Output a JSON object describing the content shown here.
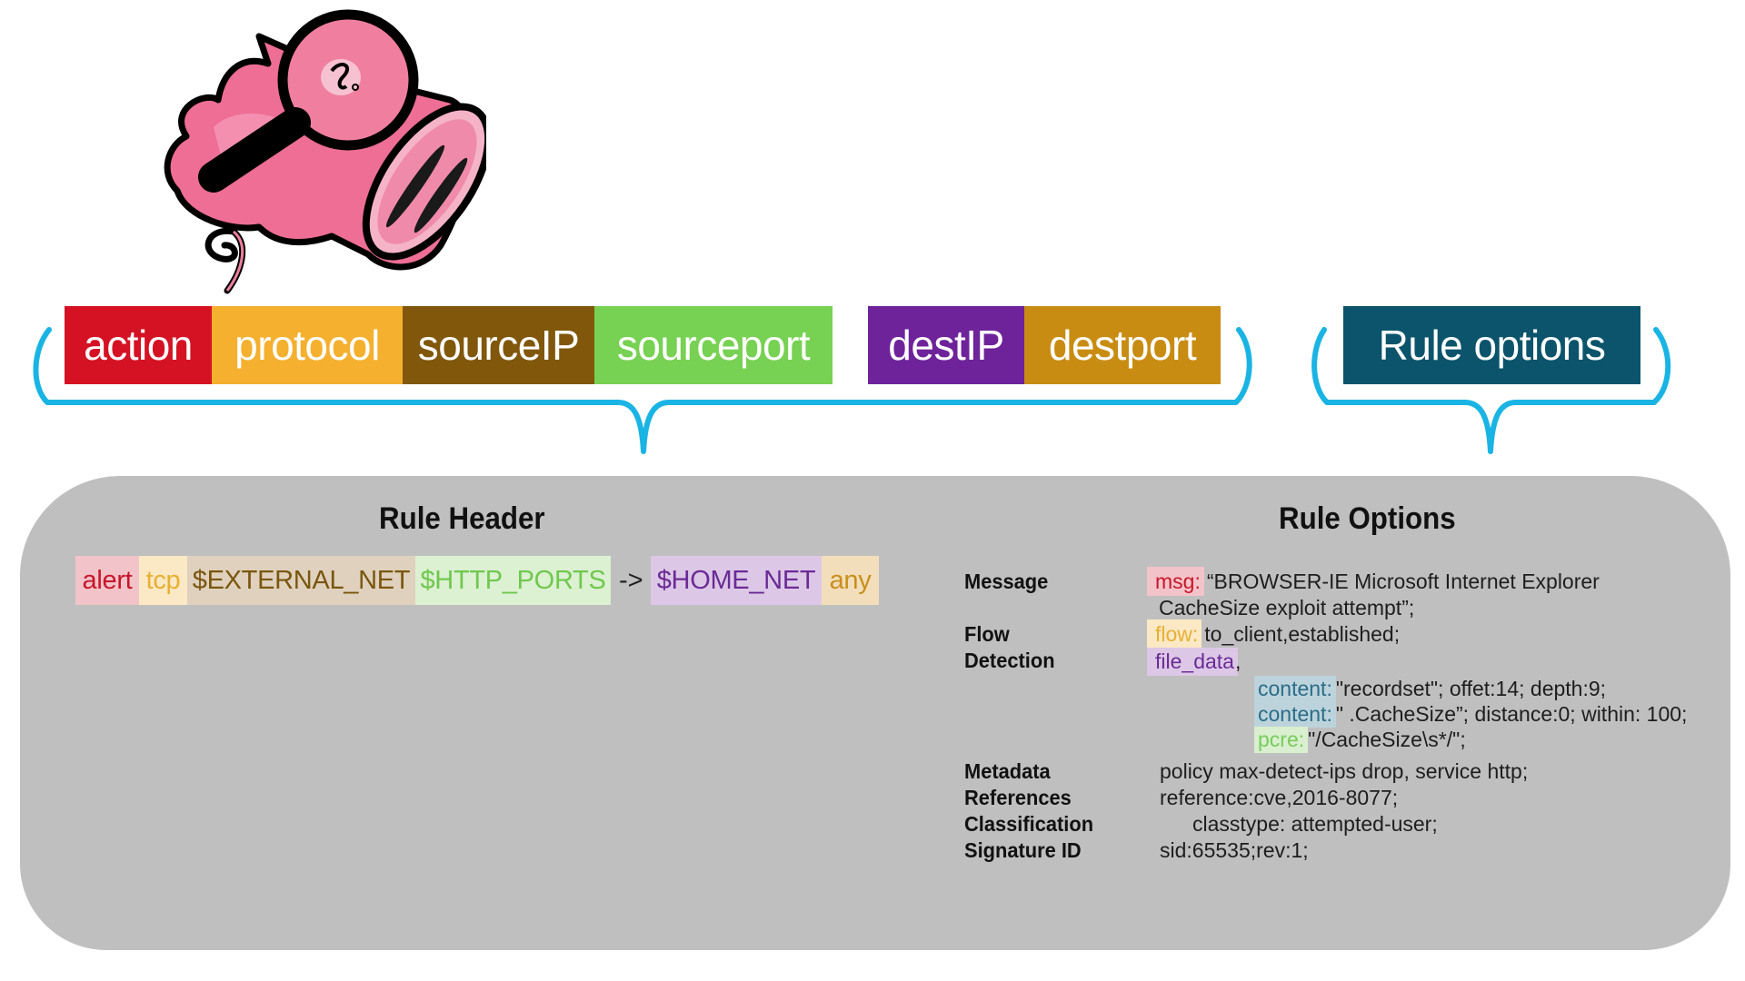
{
  "logo": {
    "name": "snort-pig-with-magnifying-glass"
  },
  "header_fields": [
    {
      "label": "action",
      "color": "#d51224"
    },
    {
      "label": "protocol",
      "color": "#f4b02e"
    },
    {
      "label": "sourceIP",
      "color": "#80570b"
    },
    {
      "label": "sourceport",
      "color": "#77d152"
    },
    {
      "label": "destIP",
      "color": "#6e239a"
    },
    {
      "label": "destport",
      "color": "#c98c13"
    }
  ],
  "options_field": {
    "label": "Rule options",
    "color": "#0b546b"
  },
  "bracket_color": "#1ab4e4",
  "panel": {
    "background": "#bfbfbf",
    "rule_header": {
      "title": "Rule Header",
      "tokens": [
        {
          "text": "alert",
          "bg": "#f2c4c9",
          "fg": "#c8152b"
        },
        {
          "text": "tcp",
          "bg": "#fbe8c5",
          "fg": "#e8b033"
        },
        {
          "text": "$EXTERNAL_NET",
          "bg": "#dfd1bd",
          "fg": "#7a5610"
        },
        {
          "text": "$HTTP_PORTS",
          "bg": "#dcf0d2",
          "fg": "#70c84e"
        },
        {
          "text": "->",
          "bg": "",
          "fg": "#222222"
        },
        {
          "text": "$HOME_NET",
          "bg": "#dcc8e6",
          "fg": "#6b2b96"
        },
        {
          "text": "any",
          "bg": "#f2deba",
          "fg": "#c88f1d"
        }
      ]
    },
    "rule_options": {
      "title": "Rule Options",
      "message": {
        "label": "Message",
        "keyword": "msg:",
        "kw_bg": "#f2c4c9",
        "kw_fg": "#c8152b",
        "line1": "“BROWSER-IE Microsoft Internet Explorer",
        "line2": "CacheSize exploit attempt”;"
      },
      "flow": {
        "label": "Flow",
        "keyword": "flow:",
        "kw_bg": "#fbe8c5",
        "kw_fg": "#e8b033",
        "value": "to_client,established;"
      },
      "detection": {
        "label": "Detection",
        "keyword": "file_data",
        "kw_bg": "#dcc8e6",
        "kw_fg": "#6b2b96",
        "suffix": ",",
        "lines": [
          {
            "keyword": "content:",
            "kw_bg": "#bdd3dc",
            "kw_fg": "#2a6d87",
            "value": "\"recordset\"; offet:14; depth:9;"
          },
          {
            "keyword": "content:",
            "kw_bg": "#bdd3dc",
            "kw_fg": "#2a6d87",
            "value": "\" .CacheSize”; distance:0; within: 100;"
          },
          {
            "keyword": "pcre:",
            "kw_bg": "#d9efcf",
            "kw_fg": "#79cc5c",
            "value": "\"/CacheSize\\s*/\";"
          }
        ]
      },
      "metadata": {
        "label": "Metadata",
        "value": "policy max-detect-ips drop, service http;"
      },
      "references": {
        "label": "References",
        "value": "reference:cve,2016-8077;"
      },
      "classification": {
        "label": "Classification",
        "value": "classtype: attempted-user;"
      },
      "signature_id": {
        "label": "Signature ID",
        "value": "sid:65535;rev:1;"
      }
    }
  }
}
